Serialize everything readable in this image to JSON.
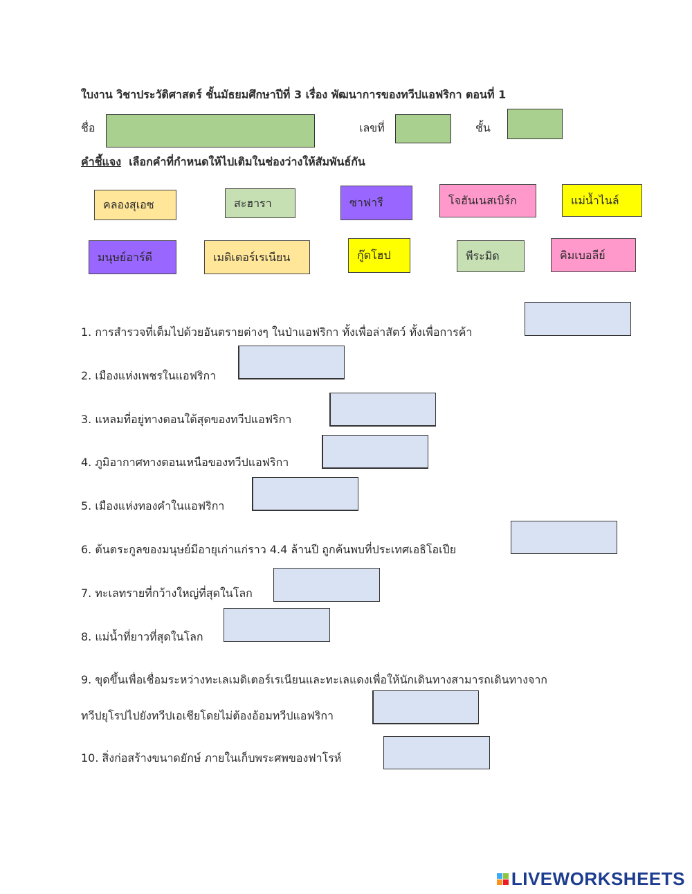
{
  "header": {
    "title": "ใบงาน วิชาประวัติศาสตร์  ชั้นมัธยมศึกษาปีที่ 3  เรื่อง พัฒนาการของทวีปแอฟริกา  ตอนที่ 1",
    "name_label": "ชื่อ",
    "number_label": "เลขที่",
    "class_label": "ชั้น"
  },
  "instructions": {
    "label": "คำชี้แจง",
    "text": "เลือกคำที่กำหนดให้ไปเติมในช่องว่างให้สัมพันธ์กัน"
  },
  "word_bank": [
    {
      "text": "คลองสุเอซ",
      "color": "#ffe699"
    },
    {
      "text": "สะฮารา",
      "color": "#c6e0b4"
    },
    {
      "text": "ซาฟารี",
      "color": "#9966ff"
    },
    {
      "text": "โจฮันเนสเบิร์ก",
      "color": "#ff99cc"
    },
    {
      "text": "แม่น้ำไนล์",
      "color": "#ffff00"
    },
    {
      "text": "มนุษย์อาร์ดี",
      "color": "#9966ff"
    },
    {
      "text": "เมดิเตอร์เรเนียน",
      "color": "#ffe699"
    },
    {
      "text": "กู๊ดโฮป",
      "color": "#ffff00"
    },
    {
      "text": "พีระมิด",
      "color": "#c6e0b4"
    },
    {
      "text": "คิมเบอลีย์",
      "color": "#ff99cc"
    }
  ],
  "questions": [
    {
      "text": "1. การสำรวจที่เต็มไปด้วยอันตรายต่างๆ ในป่าแอฟริกา ทั้งเพื่อล่าสัตว์ ทั้งเพื่อการค้า"
    },
    {
      "text": "2. เมืองแห่งเพชรในแอฟริกา"
    },
    {
      "text": "3. แหลมที่อยู่ทางตอนใต้สุดของทวีปแอฟริกา"
    },
    {
      "text": "4. ภูมิอากาศทางตอนเหนือของทวีปแอฟริกา"
    },
    {
      "text": "5. เมืองแห่งทองคำในแอฟริกา"
    },
    {
      "text": "6. ต้นตระกูลของมนุษย์มีอายุเก่าแก่ราว 4.4 ล้านปี ถูกค้นพบที่ประเทศเอธิโอเปีย"
    },
    {
      "text": "7. ทะเลทรายที่กว้างใหญ่ที่สุดในโลก"
    },
    {
      "text": "8. แม่น้ำที่ยาวที่สุดในโลก"
    },
    {
      "text": "9. ขุดขึ้นเพื่อเชื่อมระหว่างทะเลเมดิเตอร์เรเนียนและทะเลแดงเพื่อให้นักเดินทางสามารถเดินทางจาก",
      "text2": "ทวีปยุโรปไปยังทวีปเอเชียโดยไม่ต้องอ้อมทวีปแอฟริกา"
    },
    {
      "text": "10. สิ่งก่อสร้างขนาดยักษ์ ภายในเก็บพระศพของฟาโรห์"
    }
  ],
  "branding": {
    "logo_text": "LIVEWORKSHEETS"
  }
}
